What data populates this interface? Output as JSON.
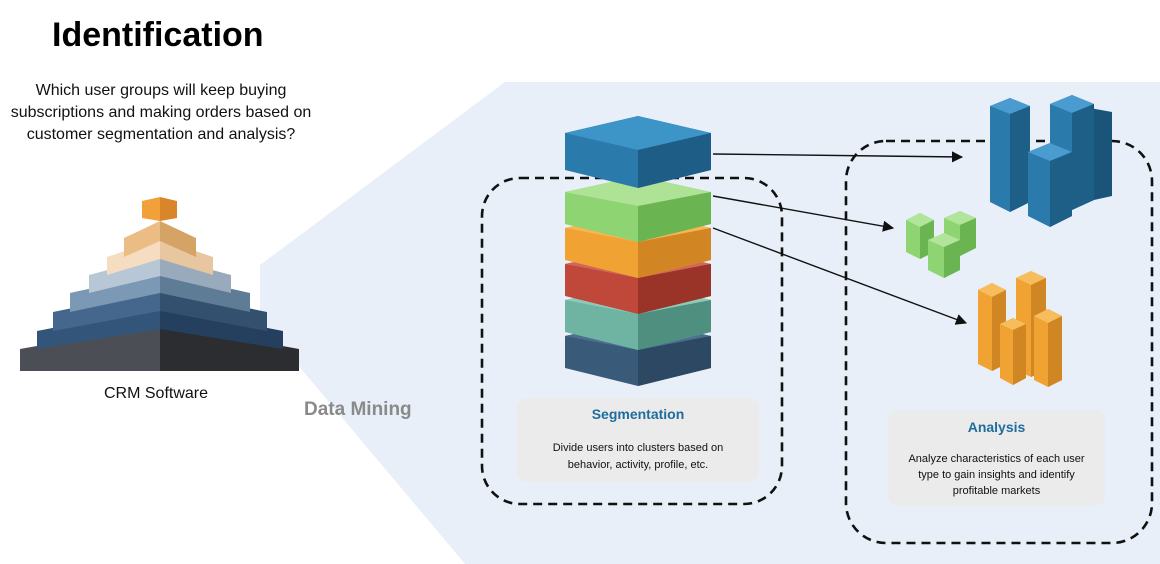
{
  "title": "Identification",
  "question": "Which user groups will keep buying subscriptions and making orders based on customer segmentation and analysis?",
  "crm": {
    "label": "CRM Software"
  },
  "data_mining": {
    "label": "Data Mining"
  },
  "segmentation": {
    "title": "Segmentation",
    "description": "Divide users into clusters based on behavior, activity, profile, etc."
  },
  "analysis": {
    "title": "Analysis",
    "description": "Analyze characteristics of each user type to gain insights and identify profitable markets"
  },
  "colors": {
    "panel": "#e9eff9",
    "card": "#ebebeb",
    "card_title": "#1e6d9c",
    "blue": "#2a7aab",
    "green": "#8fd472",
    "orange": "#f0a232",
    "red": "#c0483b",
    "teal": "#6fb3a3",
    "navy": "#3a5a7a",
    "muted_label": "#8a8a8a"
  }
}
